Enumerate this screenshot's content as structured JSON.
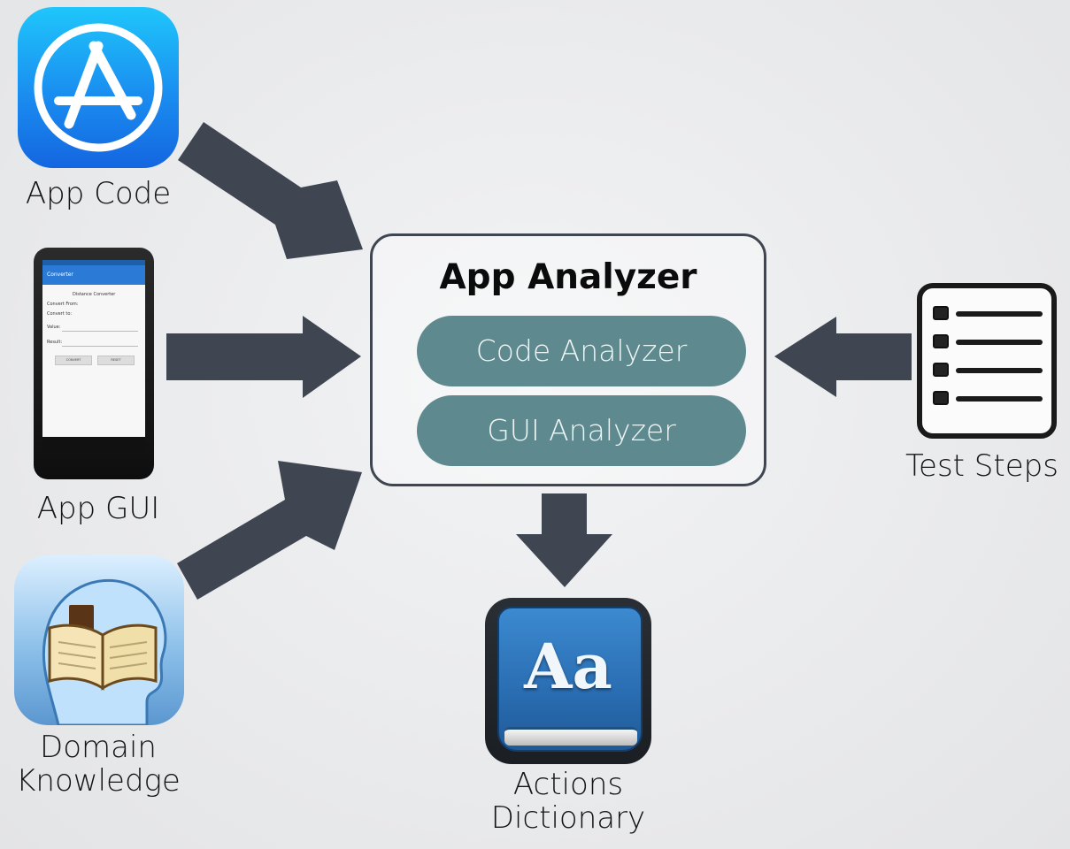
{
  "inputs": {
    "app_code": "App Code",
    "app_gui": "App GUI",
    "domain_knowledge": "Domain\nKnowledge",
    "test_steps": "Test Steps"
  },
  "analyzer": {
    "title": "App Analyzer",
    "modules": [
      "Code Analyzer",
      "GUI Analyzer"
    ]
  },
  "output": {
    "label": "Actions\nDictionary",
    "icon_text": "Aa"
  },
  "phone_screen": {
    "app_title": "Converter",
    "heading": "Distance Converter",
    "row1": "Convert From:",
    "row2": "Convert to:",
    "field1": "Value:",
    "field2": "Result:",
    "btn1": "CONVERT",
    "btn2": "RESET"
  },
  "icons": {
    "app_code": "app-store-icon",
    "app_gui": "android-phone-icon",
    "domain_knowledge": "head-book-icon",
    "test_steps": "checklist-icon",
    "output": "dictionary-book-icon"
  },
  "colors": {
    "arrow": "#3f4652",
    "pill": "#5e8a8f",
    "box_border": "#3f4652"
  }
}
